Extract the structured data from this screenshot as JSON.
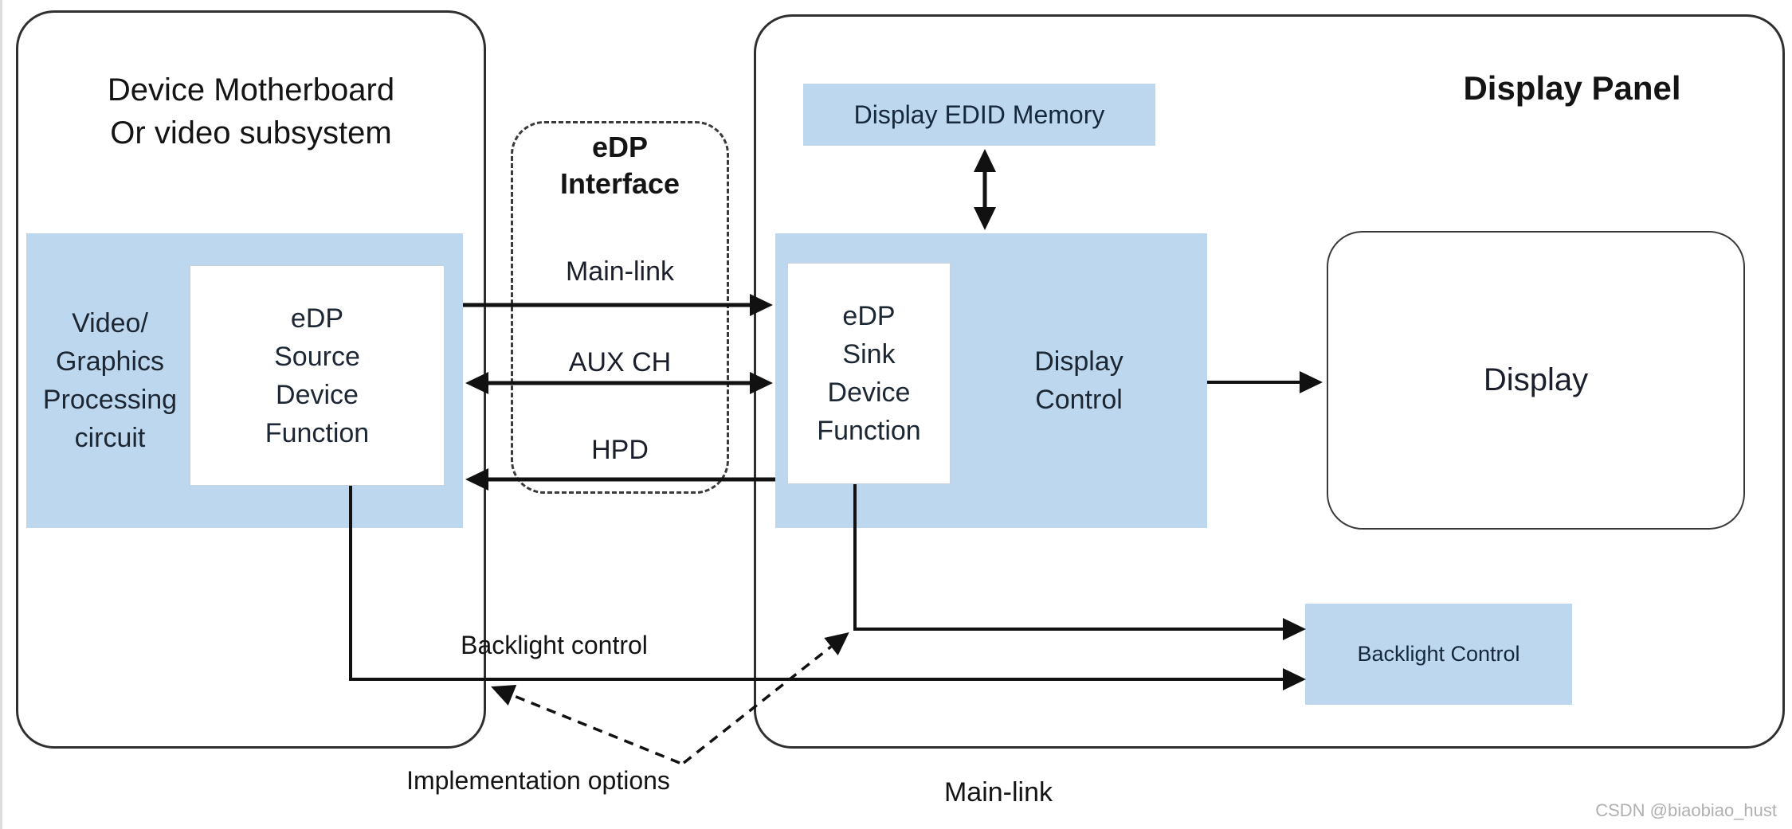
{
  "motherboard_panel": {
    "title_line1": "Device Motherboard",
    "title_line2": "Or video subsystem",
    "processing_block": {
      "lines": [
        "Video/",
        "Graphics",
        "Processing",
        "circuit"
      ]
    },
    "source_block": {
      "lines": [
        "eDP",
        "Source",
        "Device",
        "Function"
      ]
    }
  },
  "interface_box": {
    "title_line1": "eDP",
    "title_line2": "Interface",
    "signals": [
      {
        "label": "Main-link",
        "direction": "source-to-sink"
      },
      {
        "label": "AUX CH",
        "direction": "bidirectional"
      },
      {
        "label": "HPD",
        "direction": "sink-to-source"
      }
    ]
  },
  "display_panel": {
    "title": "Display Panel",
    "edid_memory": {
      "label": "Display EDID Memory"
    },
    "sink_block": {
      "lines": [
        "eDP",
        "Sink",
        "Device",
        "Function"
      ]
    },
    "display_control": {
      "line1": "Display",
      "line2": "Control"
    },
    "display_box": {
      "label": "Display"
    },
    "backlight_box": {
      "label": "Backlight Control"
    }
  },
  "annotations": {
    "backlight_control": "Backlight control",
    "implementation_options": "Implementation options",
    "main_link_bottom": "Main-link",
    "watermark": "CSDN @biaobiao_hust"
  },
  "colors": {
    "box_blue": "#BDD7EE",
    "line_black": "#111111",
    "panel_border": "#2f2f2f",
    "dark_text": "#1c2733",
    "watermark_gray": "#b0b0b0"
  }
}
